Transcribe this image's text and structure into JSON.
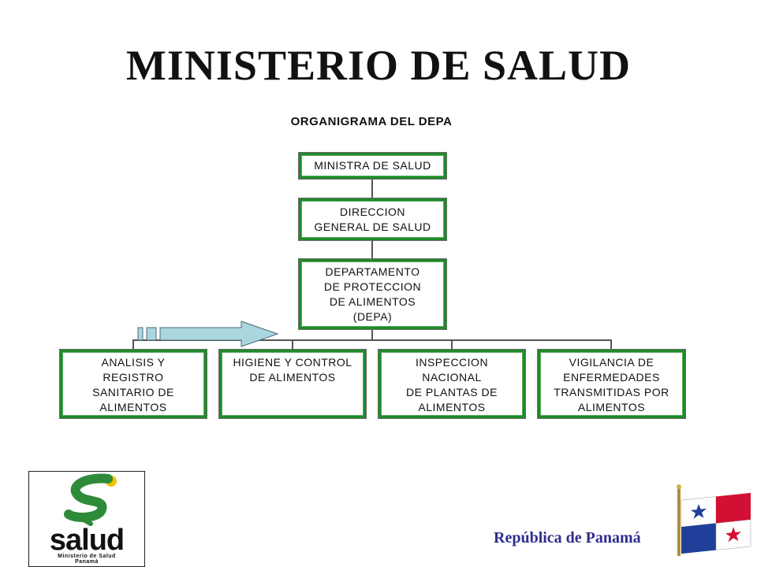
{
  "header": {
    "title": "MINISTERIO DE SALUD",
    "subtitle": "ORGANIGRAMA DEL DEPA"
  },
  "org_chart": {
    "level1": "MINISTRA DE SALUD",
    "level2": "DIRECCION\nGENERAL DE SALUD",
    "level3": "DEPARTAMENTO\nDE PROTECCION\nDE ALIMENTOS\n(DEPA)",
    "units": [
      "ANALISIS Y\nREGISTRO\nSANITARIO DE\nALIMENTOS",
      "HIGIENE Y CONTROL\nDE ALIMENTOS",
      "INSPECCION\nNACIONAL\nDE PLANTAS DE\nALIMENTOS",
      "VIGILANCIA DE\nENFERMEDADES\nTRANSMITIDAS POR\nALIMENTOS"
    ]
  },
  "footer": {
    "country": "República de Panamá",
    "logo_text": "salud",
    "logo_subtext": "Ministerio de Salud\nPanamá"
  },
  "icons": {
    "logo": "ministry-of-health-logo-icon",
    "flag": "panama-flag-icon",
    "pointer": "arrow-right-icon"
  },
  "colors": {
    "box_border": "#1f8a2a",
    "connector": "#555555",
    "arrow_fill": "#a9d6df",
    "footer_text": "#2e2e8f",
    "flag_red": "#d21034",
    "flag_blue": "#1f3f9a",
    "logo_green": "#2e8b3a",
    "logo_yellow": "#f2c200"
  }
}
